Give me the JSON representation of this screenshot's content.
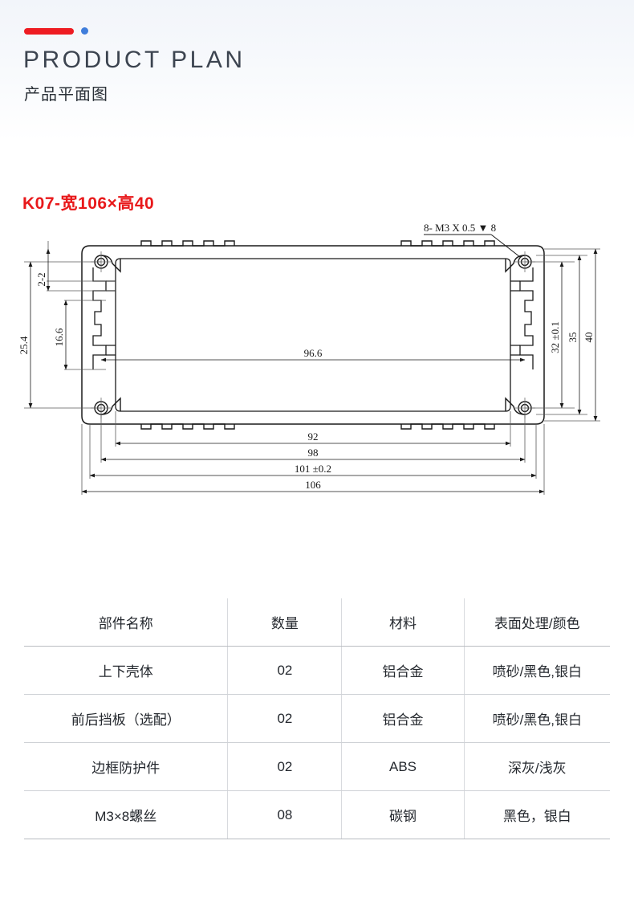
{
  "header": {
    "title_en": "PRODUCT PLAN",
    "title_cn": "产品平面图",
    "accent_red": "#ee1c22",
    "accent_blue": "#3f7ddb"
  },
  "model": {
    "name": "K07-宽106×高40",
    "color": "#e8191b"
  },
  "drawing": {
    "note_top": "8- M3 X 0.5 ▼ 8",
    "dims_left": [
      "25.4",
      "2-2",
      "16.6"
    ],
    "dim_center": "96.6",
    "dims_right": [
      "32 ±0.1",
      "35",
      "40"
    ],
    "dims_bottom": [
      "92",
      "98",
      "101 ±0.2",
      "106"
    ]
  },
  "spec_table": {
    "headers": [
      "部件名称",
      "数量",
      "材料",
      "表面处理/颜色"
    ],
    "rows": [
      {
        "part": "上下壳体",
        "qty": "02",
        "material": "铝合金",
        "finish": "喷砂/黑色,银白"
      },
      {
        "part": "前后挡板（选配）",
        "qty": "02",
        "material": "铝合金",
        "finish": "喷砂/黑色,银白"
      },
      {
        "part": "边框防护件",
        "qty": "02",
        "material": "ABS",
        "finish": "深灰/浅灰"
      },
      {
        "part": "M3×8螺丝",
        "qty": "08",
        "material": "碳钢",
        "finish": "黑色，银白"
      }
    ]
  }
}
